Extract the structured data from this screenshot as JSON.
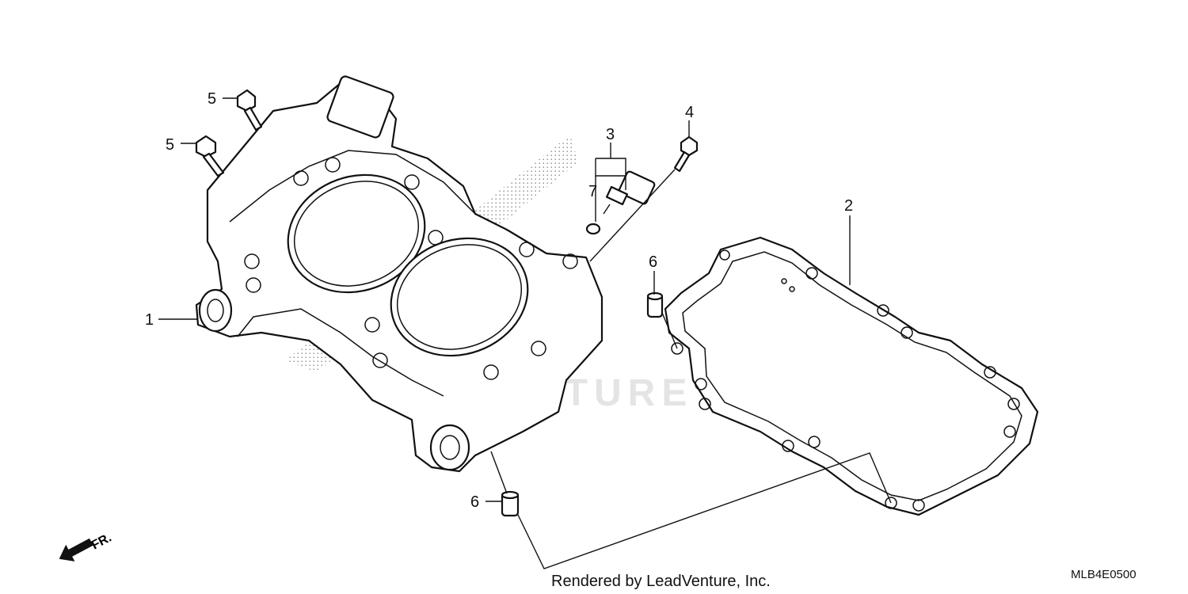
{
  "callouts": [
    {
      "id": "c1",
      "text": "1"
    },
    {
      "id": "c2",
      "text": "2"
    },
    {
      "id": "c3",
      "text": "3"
    },
    {
      "id": "c4",
      "text": "4"
    },
    {
      "id": "c5a",
      "text": "5"
    },
    {
      "id": "c5b",
      "text": "5"
    },
    {
      "id": "c6a",
      "text": "6"
    },
    {
      "id": "c6b",
      "text": "6"
    },
    {
      "id": "c7",
      "text": "7"
    }
  ],
  "footer": {
    "rendered_by": "Rendered by LeadVenture, Inc.",
    "diagram_code": "MLB4E0500"
  },
  "front_arrow": {
    "label": "FR."
  },
  "watermark": {
    "text": "VENTURE"
  }
}
